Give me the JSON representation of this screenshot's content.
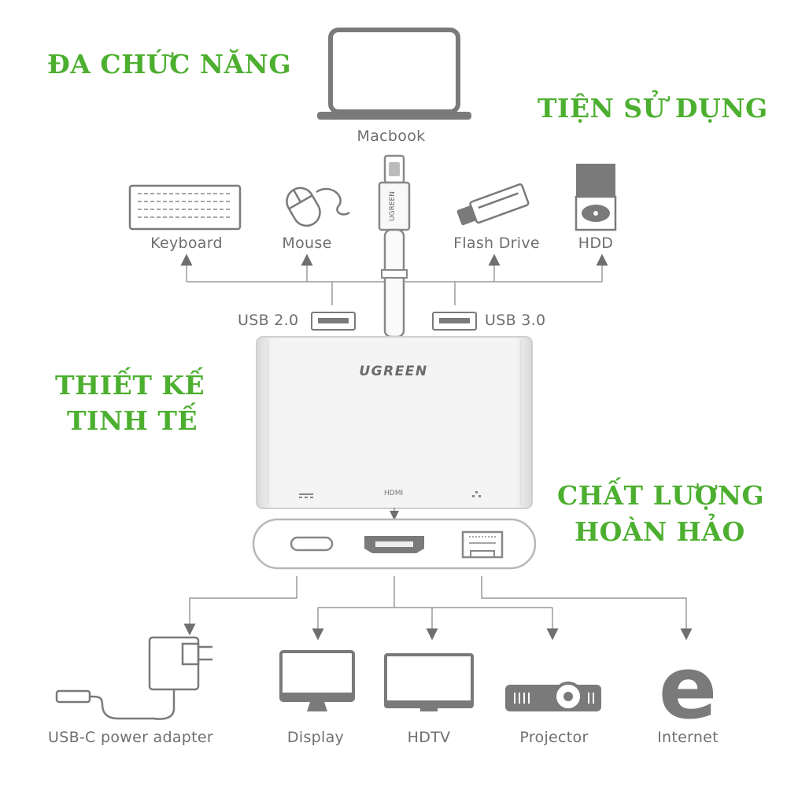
{
  "headlines": {
    "multi_function": "ĐA CHỨC NĂNG",
    "easy_use": "TIỆN SỬ DỤNG",
    "design_line1": "THIẾT KẾ",
    "design_line2": "TINH TẾ",
    "quality_line1": "CHẤT LƯỢNG",
    "quality_line2": "HOÀN HẢO"
  },
  "top_device": "Macbook",
  "usb_devices": [
    "Keyboard",
    "Mouse",
    "Flash Drive",
    "HDD"
  ],
  "ports": {
    "usb_left": "USB 2.0",
    "usb_right": "USB 3.0"
  },
  "hub": {
    "brand": "UGREEN",
    "hdmi_label": "HDMI"
  },
  "cable_brand": "UGREEN",
  "bottom_devices": [
    "USB-C power adapter",
    "Display",
    "HDTV",
    "Projector",
    "Internet"
  ],
  "internet_glyph": "e",
  "colors": {
    "headline": "#4caf2f",
    "icon": "#6f6f6f",
    "line": "#8a8a8a",
    "hub": "#eeeeee"
  }
}
